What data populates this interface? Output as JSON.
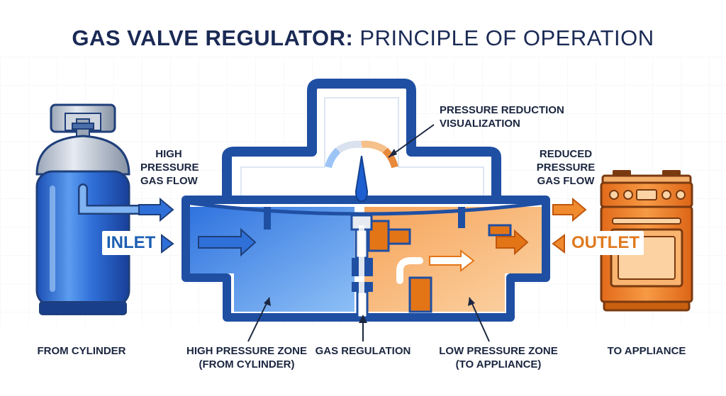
{
  "title": {
    "bold": "GAS VALVE REGULATOR:",
    "light": " PRINCIPLE OF OPERATION"
  },
  "labels": {
    "high_pressure_flow": [
      "HIGH",
      "PRESSURE",
      "GAS FLOW"
    ],
    "reduced_pressure_flow": [
      "REDUCED",
      "PRESSURE",
      "GAS FLOW"
    ],
    "pressure_reduction": [
      "PRESSURE REDUCTION",
      "VISUALIZATION"
    ],
    "inlet": "INLET",
    "outlet": "OUTLET",
    "from_cylinder": "FROM CYLINDER",
    "high_zone": [
      "HIGH PRESSURE ZONE",
      "(FROM CYLINDER)"
    ],
    "gas_regulation": "GAS REGULATION",
    "low_zone": [
      "LOW PRESSURE ZONE",
      "(TO APPLIANCE)"
    ],
    "to_appliance": "TO APPLIANCE"
  },
  "colors": {
    "title": "#1b2a55",
    "body_outline": "#1f4fa3",
    "high_zone": "#4f8ee6",
    "low_zone": "#f3a24f",
    "cylinder": "#2e6fd6",
    "appliance": "#f08a2e",
    "inlet_text": "#1d5fb2",
    "outlet_text": "#e07a20"
  },
  "icons": [
    "gas-cylinder-icon",
    "stove-appliance-icon",
    "pressure-gauge-icon",
    "flow-arrow-icon"
  ]
}
